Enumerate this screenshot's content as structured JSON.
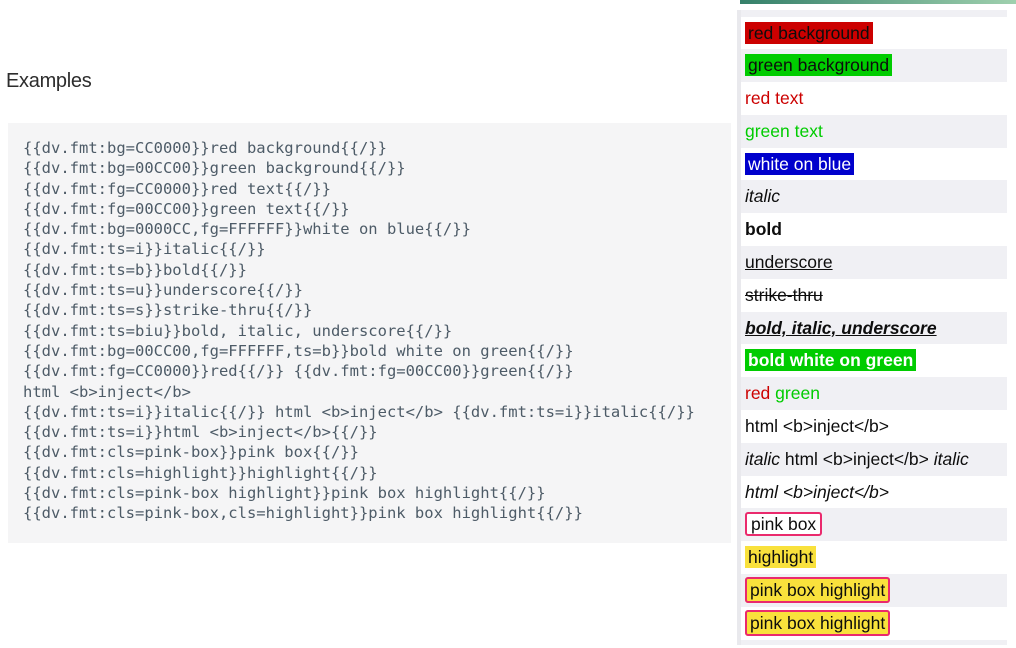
{
  "page": {
    "heading": "Examples"
  },
  "code_block": {
    "lines": [
      "{{dv.fmt:bg=CC0000}}red background{{/}}",
      "{{dv.fmt:bg=00CC00}}green background{{/}}",
      "{{dv.fmt:fg=CC0000}}red text{{/}}",
      "{{dv.fmt:fg=00CC00}}green text{{/}}",
      "{{dv.fmt:bg=0000CC,fg=FFFFFF}}white on blue{{/}}",
      "{{dv.fmt:ts=i}}italic{{/}}",
      "{{dv.fmt:ts=b}}bold{{/}}",
      "{{dv.fmt:ts=u}}underscore{{/}}",
      "{{dv.fmt:ts=s}}strike-thru{{/}}",
      "{{dv.fmt:ts=biu}}bold, italic, underscore{{/}}",
      "{{dv.fmt:bg=00CC00,fg=FFFFFF,ts=b}}bold white on green{{/}}",
      "{{dv.fmt:fg=CC0000}}red{{/}} {{dv.fmt:fg=00CC00}}green{{/}}",
      "html <b>inject</b>",
      "{{dv.fmt:ts=i}}italic{{/}} html <b>inject</b> {{dv.fmt:ts=i}}italic{{/}}",
      "{{dv.fmt:ts=i}}html <b>inject</b>{{/}}",
      "{{dv.fmt:cls=pink-box}}pink box{{/}}",
      "{{dv.fmt:cls=highlight}}highlight{{/}}",
      "{{dv.fmt:cls=pink-box highlight}}pink box highlight{{/}}",
      "{{dv.fmt:cls=pink-box,cls=highlight}}pink box highlight{{/}}"
    ]
  },
  "output_panel": {
    "rows": [
      {
        "segments": [
          {
            "text": "red background",
            "format": "bg-red"
          }
        ]
      },
      {
        "segments": [
          {
            "text": "green background",
            "format": "bg-green"
          }
        ]
      },
      {
        "segments": [
          {
            "text": "red text",
            "format": "fg-red"
          }
        ]
      },
      {
        "segments": [
          {
            "text": "green text",
            "format": "fg-green"
          }
        ]
      },
      {
        "segments": [
          {
            "text": "white on blue",
            "format": "white-on-blue"
          }
        ]
      },
      {
        "segments": [
          {
            "text": "italic",
            "format": "italic"
          }
        ]
      },
      {
        "segments": [
          {
            "text": "bold",
            "format": "bold"
          }
        ]
      },
      {
        "segments": [
          {
            "text": "underscore",
            "format": "underscore"
          }
        ]
      },
      {
        "segments": [
          {
            "text": "strike-thru",
            "format": "strike"
          }
        ]
      },
      {
        "segments": [
          {
            "text": "bold, italic, underscore",
            "format": "bold italic underscore"
          }
        ]
      },
      {
        "segments": [
          {
            "text": "bold white on green",
            "format": "bold-white-on-green"
          }
        ]
      },
      {
        "segments": [
          {
            "text": "red",
            "format": "fg-red"
          },
          {
            "text": " ",
            "format": ""
          },
          {
            "text": "green",
            "format": "fg-green"
          }
        ]
      },
      {
        "segments": [
          {
            "text": "html <b>inject</b>",
            "format": ""
          }
        ]
      },
      {
        "segments": [
          {
            "text": "italic",
            "format": "italic"
          },
          {
            "text": " html <b>inject</b> ",
            "format": ""
          },
          {
            "text": "italic",
            "format": "italic"
          }
        ]
      },
      {
        "segments": [
          {
            "text": "html <b>inject</b>",
            "format": "italic"
          }
        ]
      },
      {
        "segments": [
          {
            "text": "pink box",
            "format": "pink-box"
          }
        ]
      },
      {
        "segments": [
          {
            "text": "highlight",
            "format": "highlight"
          }
        ]
      },
      {
        "segments": [
          {
            "text": "pink box highlight",
            "format": "pink-box highlight"
          }
        ]
      },
      {
        "segments": [
          {
            "text": "pink box highlight",
            "format": "pink-box highlight"
          }
        ]
      }
    ]
  },
  "colors": {
    "red": "#CC0000",
    "green": "#00CC00",
    "blue": "#0000CC",
    "yellow": "#F9E13C",
    "pink": "#EA2A6D",
    "row_stripe": "#F0F0F4",
    "sliver": "#E9E9ED",
    "code_bg": "#F5F5F6",
    "code_text": "#4D5B67",
    "topbar_left": "#35806A",
    "topbar_right": "#9FD0AE"
  }
}
